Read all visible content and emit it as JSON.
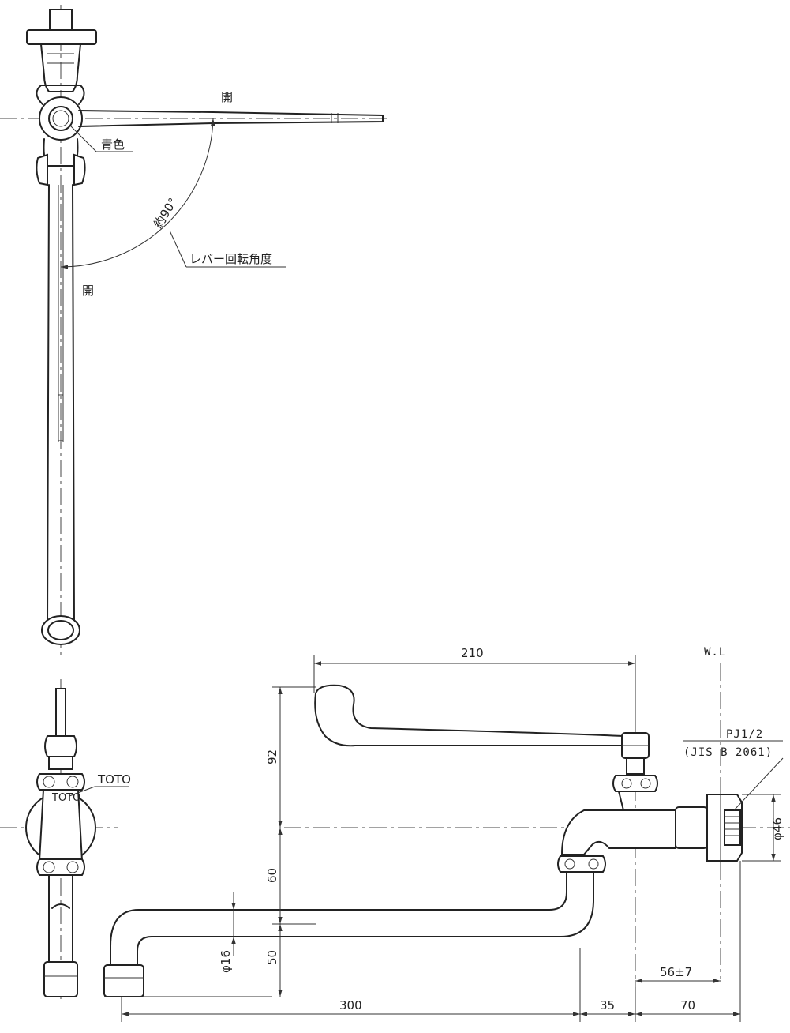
{
  "labels": {
    "open_top": "開",
    "blue": "青色",
    "angle": "約90°",
    "lever_rotation": "レバー回転角度",
    "open_side": "開",
    "brand": "TOTO",
    "wl": "W.L",
    "thread": "PJ1/2",
    "standard": "(JIS B 2061)",
    "phi46": "φ46",
    "phi16": "φ16"
  },
  "dimensions": {
    "d210": "210",
    "d92": "92",
    "d60": "60",
    "d50": "50",
    "d300": "300",
    "d35": "35",
    "d70": "70",
    "d56": "56±7"
  }
}
